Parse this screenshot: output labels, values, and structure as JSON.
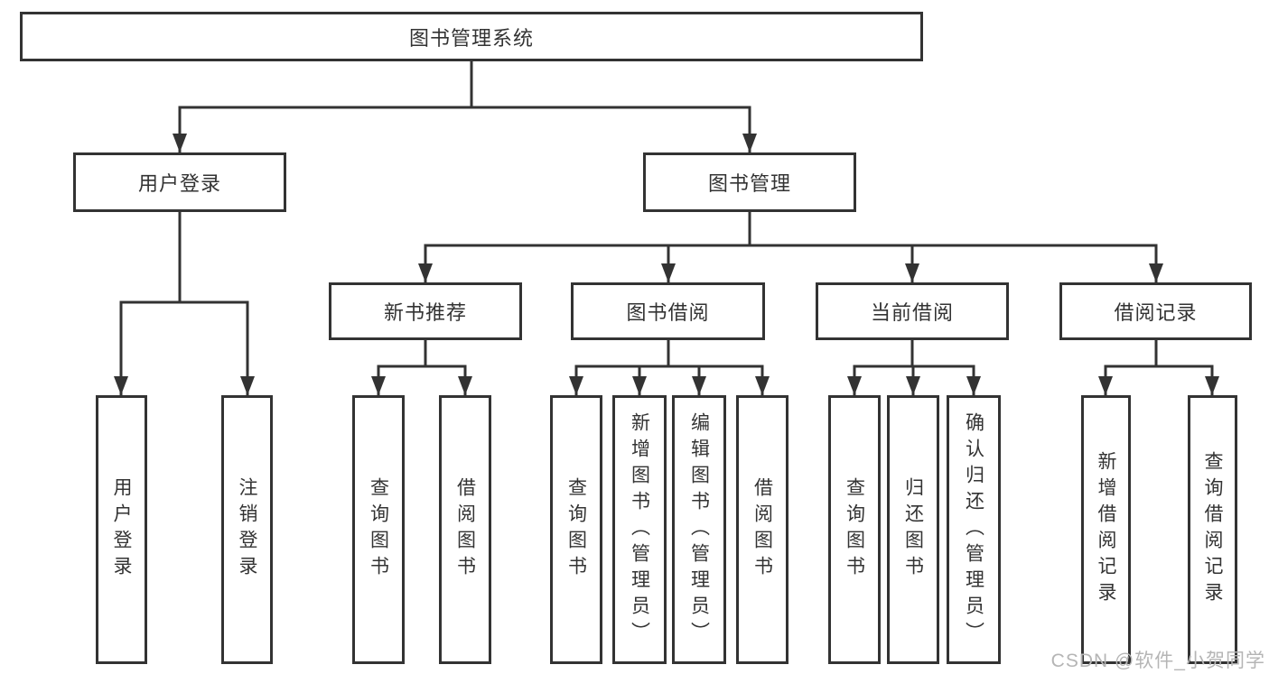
{
  "diagram": {
    "root": {
      "label": "图书管理系统"
    },
    "level2": [
      {
        "label": "用户登录"
      },
      {
        "label": "图书管理"
      }
    ],
    "level3": [
      {
        "label": "新书推荐"
      },
      {
        "label": "图书借阅"
      },
      {
        "label": "当前借阅"
      },
      {
        "label": "借阅记录"
      }
    ],
    "leaves_user_login": [
      {
        "label": "用户登录"
      },
      {
        "label": "注销登录"
      }
    ],
    "leaves_new_book": [
      {
        "label": "查询图书"
      },
      {
        "label": "借阅图书"
      }
    ],
    "leaves_book_borrow": [
      {
        "label": "查询图书"
      },
      {
        "label": "新增图书（管理员）"
      },
      {
        "label": "编辑图书（管理员）"
      },
      {
        "label": "借阅图书"
      }
    ],
    "leaves_current_borrow": [
      {
        "label": "查询图书"
      },
      {
        "label": "归还图书"
      },
      {
        "label": "确认归还（管理员）"
      }
    ],
    "leaves_borrow_record": [
      {
        "label": "新增借阅记录"
      },
      {
        "label": "查询借阅记录"
      }
    ]
  },
  "watermark": {
    "text": "CSDN @软件_小贺同学"
  },
  "colors": {
    "line": "#333333",
    "box_border": "#333333",
    "text": "#333333",
    "watermark": "#b5b5b5",
    "background": "#ffffff"
  }
}
